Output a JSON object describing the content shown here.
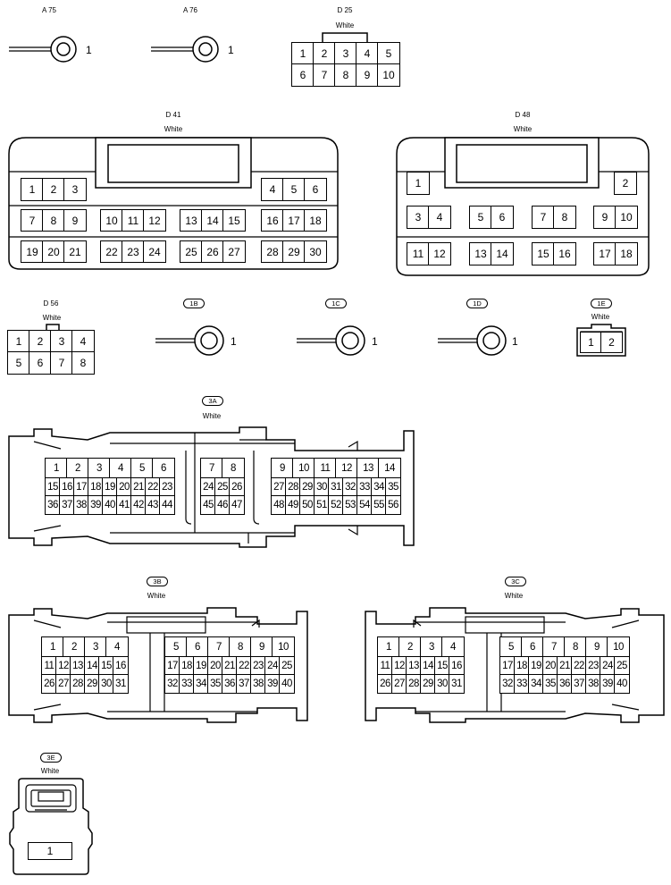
{
  "connectors": {
    "a75": {
      "code": "A 75",
      "pin": "1"
    },
    "a76": {
      "code": "A 76",
      "pin": "1"
    },
    "d25": {
      "code": "D 25",
      "color": "White",
      "rows": [
        [
          "1",
          "2",
          "3",
          "4",
          "5"
        ],
        [
          "6",
          "7",
          "8",
          "9",
          "10"
        ]
      ]
    },
    "d41": {
      "code": "D 41",
      "color": "White",
      "row1a": [
        "1",
        "2",
        "3"
      ],
      "row1b": [
        "4",
        "5",
        "6"
      ],
      "row2": [
        [
          "7",
          "8",
          "9"
        ],
        [
          "10",
          "11",
          "12"
        ],
        [
          "13",
          "14",
          "15"
        ],
        [
          "16",
          "17",
          "18"
        ]
      ],
      "row3": [
        [
          "19",
          "20",
          "21"
        ],
        [
          "22",
          "23",
          "24"
        ],
        [
          "25",
          "26",
          "27"
        ],
        [
          "28",
          "29",
          "30"
        ]
      ]
    },
    "d48": {
      "code": "D 48",
      "color": "White",
      "row1a": "1",
      "row1b": "2",
      "row2": [
        [
          "3",
          "4"
        ],
        [
          "5",
          "6"
        ],
        [
          "7",
          "8"
        ],
        [
          "9",
          "10"
        ]
      ],
      "row3": [
        [
          "11",
          "12"
        ],
        [
          "13",
          "14"
        ],
        [
          "15",
          "16"
        ],
        [
          "17",
          "18"
        ]
      ]
    },
    "d56": {
      "code": "D 56",
      "color": "White",
      "rows": [
        [
          "1",
          "2",
          "3",
          "4"
        ],
        [
          "5",
          "6",
          "7",
          "8"
        ]
      ]
    },
    "t1b": {
      "code": "1B",
      "pin": "1"
    },
    "t1c": {
      "code": "1C",
      "pin": "1"
    },
    "t1d": {
      "code": "1D",
      "pin": "1"
    },
    "t1e": {
      "code": "1E",
      "color": "White",
      "pins": [
        "1",
        "2"
      ]
    },
    "c3a": {
      "code": "3A",
      "color": "White",
      "left": [
        [
          "1",
          "2",
          "3",
          "4",
          "5",
          "6"
        ],
        [
          "15",
          "16",
          "17",
          "18",
          "19",
          "20",
          "21",
          "22",
          "23"
        ],
        [
          "36",
          "37",
          "38",
          "39",
          "40",
          "41",
          "42",
          "43",
          "44"
        ]
      ],
      "mid": [
        [
          "7",
          "8"
        ],
        [
          "24",
          "25",
          "26"
        ],
        [
          "45",
          "46",
          "47"
        ]
      ],
      "right": [
        [
          "9",
          "10",
          "11",
          "12",
          "13",
          "14"
        ],
        [
          "27",
          "28",
          "29",
          "30",
          "31",
          "32",
          "33",
          "34",
          "35"
        ],
        [
          "48",
          "49",
          "50",
          "51",
          "52",
          "53",
          "54",
          "55",
          "56"
        ]
      ]
    },
    "c3b": {
      "code": "3B",
      "color": "White",
      "left": [
        [
          "1",
          "2",
          "3",
          "4"
        ],
        [
          "11",
          "12",
          "13",
          "14",
          "15",
          "16"
        ],
        [
          "26",
          "27",
          "28",
          "29",
          "30",
          "31"
        ]
      ],
      "right": [
        [
          "5",
          "6",
          "7",
          "8",
          "9",
          "10"
        ],
        [
          "17",
          "18",
          "19",
          "20",
          "21",
          "22",
          "23",
          "24",
          "25"
        ],
        [
          "32",
          "33",
          "34",
          "35",
          "36",
          "37",
          "38",
          "39",
          "40"
        ]
      ]
    },
    "c3c": {
      "code": "3C",
      "color": "White",
      "left": [
        [
          "1",
          "2",
          "3",
          "4"
        ],
        [
          "11",
          "12",
          "13",
          "14",
          "15",
          "16"
        ],
        [
          "26",
          "27",
          "28",
          "29",
          "30",
          "31"
        ]
      ],
      "right": [
        [
          "5",
          "6",
          "7",
          "8",
          "9",
          "10"
        ],
        [
          "17",
          "18",
          "19",
          "20",
          "21",
          "22",
          "23",
          "24",
          "25"
        ],
        [
          "32",
          "33",
          "34",
          "35",
          "36",
          "37",
          "38",
          "39",
          "40"
        ]
      ]
    },
    "c3e": {
      "code": "3E",
      "color": "White",
      "pin": "1"
    }
  }
}
